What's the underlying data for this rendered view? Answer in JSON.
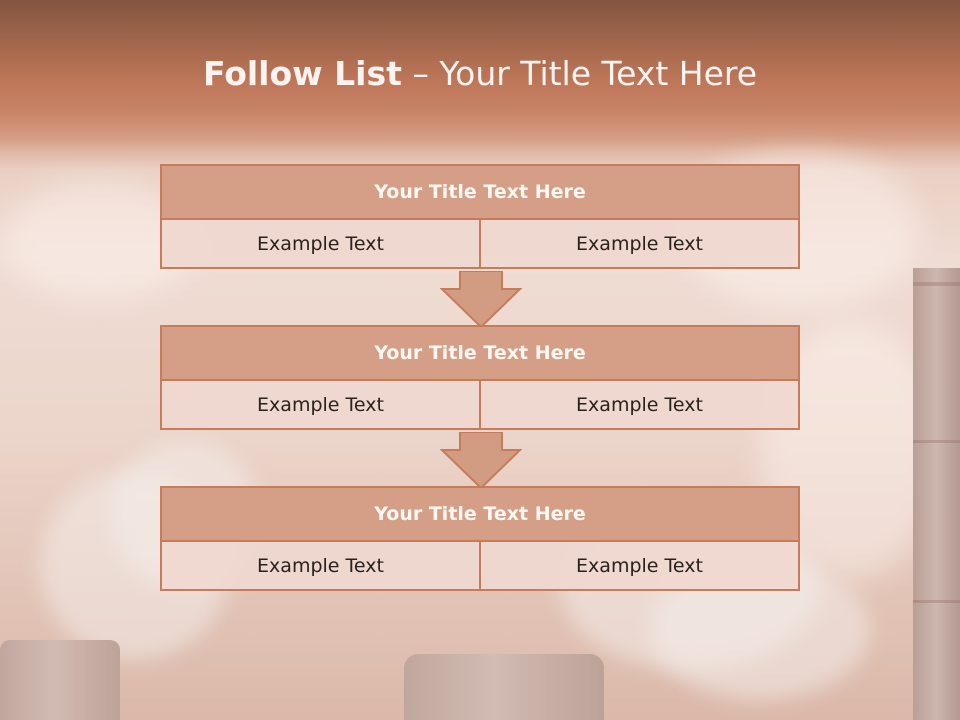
{
  "slide": {
    "title_bold": "Follow List",
    "title_rest": " – Your Title Text Here"
  },
  "steps": [
    {
      "title": "Your Title Text Here",
      "left": "Example Text",
      "right": "Example Text"
    },
    {
      "title": "Your Title Text Here",
      "left": "Example Text",
      "right": "Example Text"
    },
    {
      "title": "Your Title Text Here",
      "left": "Example Text",
      "right": "Example Text"
    }
  ],
  "colors": {
    "header_fill": "#d49f86",
    "border": "#c67c5a",
    "cell_fill": "#efd8cf",
    "arrow_fill": "#d29c82"
  }
}
